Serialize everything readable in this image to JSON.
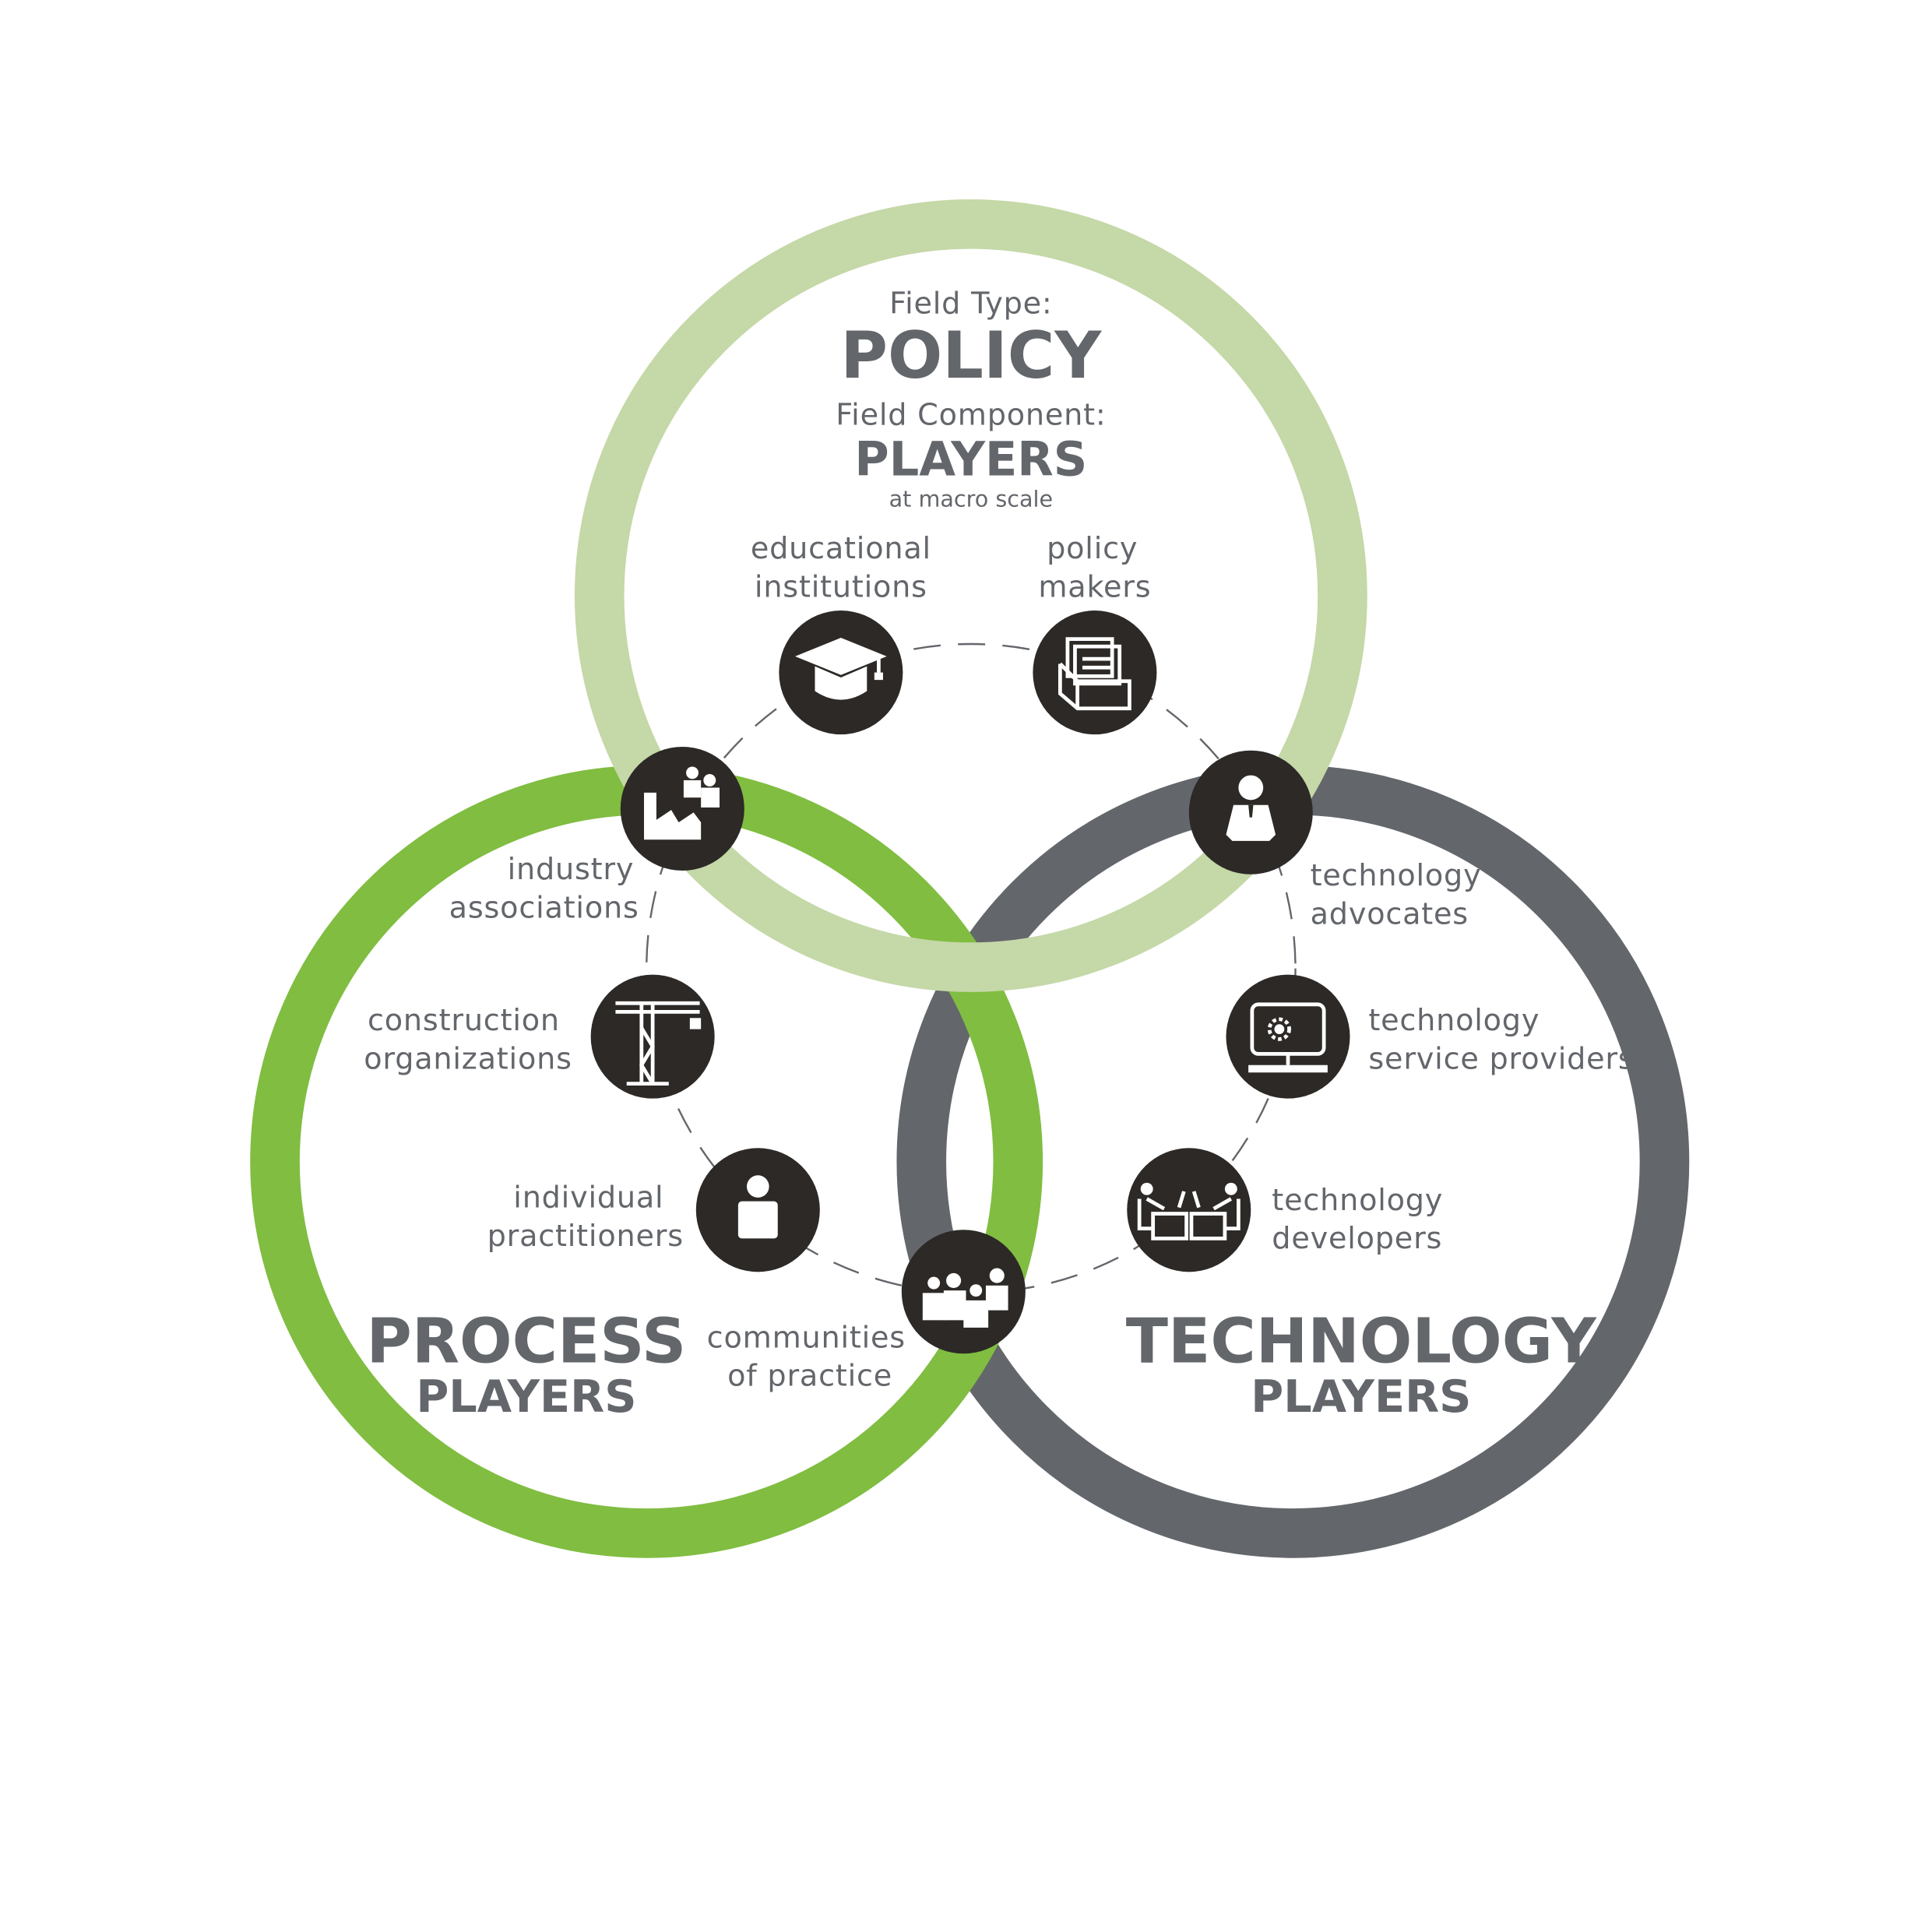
{
  "colors": {
    "policy": "#c5d8a8",
    "process": "#80bd41",
    "technology": "#63666b",
    "node": "#2c2926"
  },
  "policy": {
    "field_type_label": "Field Type:",
    "field_type": "POLICY",
    "field_component_label": "Field Component:",
    "field_component": "PLAYERS",
    "scale": "at macro scale"
  },
  "process": {
    "title": "PROCESS",
    "subtitle": "PLAYERS"
  },
  "technology": {
    "title": "TECHNOLOGY",
    "subtitle": "PLAYERS"
  },
  "nodes": {
    "educational": {
      "l1": "educational",
      "l2": "institutions",
      "icon": "graduation-cap-icon"
    },
    "policy_makers": {
      "l1": "policy",
      "l2": "makers",
      "icon": "file-tray-icon"
    },
    "industry": {
      "l1": "industry",
      "l2": "associations",
      "icon": "factory-people-icon"
    },
    "tech_advocates": {
      "l1": "technology",
      "l2": "advocates",
      "icon": "businessman-icon"
    },
    "construction": {
      "l1": "construction",
      "l2": "organizations",
      "icon": "crane-icon"
    },
    "tech_service": {
      "l1": "technology",
      "l2": "service providers",
      "icon": "computer-gear-icon"
    },
    "individual": {
      "l1": "individual",
      "l2": "practitioners",
      "icon": "person-icon"
    },
    "tech_developers": {
      "l1": "technology",
      "l2": "developers",
      "icon": "developers-desks-icon"
    },
    "communities": {
      "l1": "communities",
      "l2": "of practice",
      "icon": "group-icon"
    }
  }
}
